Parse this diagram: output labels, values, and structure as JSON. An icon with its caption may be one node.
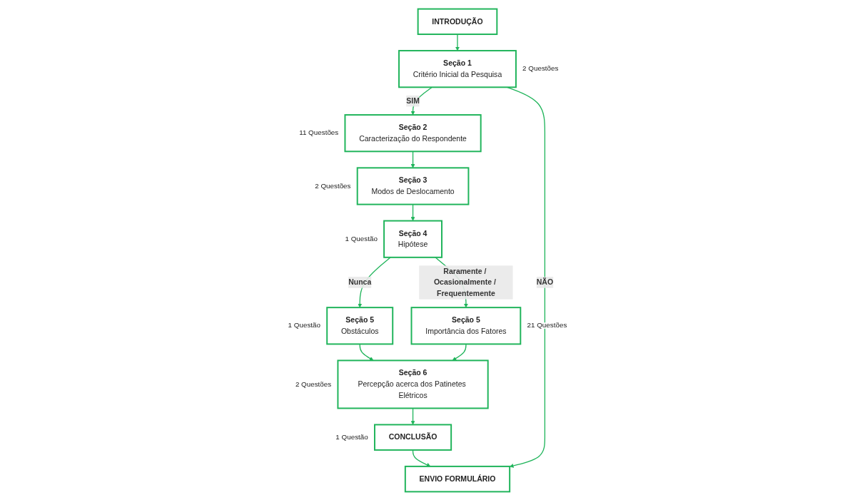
{
  "diagram": {
    "nodes": [
      {
        "text": [
          "INTRODUÇÃO"
        ]
      },
      {
        "text": [
          "Seção 1",
          "Critério Inicial da Pesquisa"
        ],
        "beside": [
          "2 Questões"
        ]
      },
      {
        "text": [
          "Seção 2",
          "Caracterização do Respondente"
        ],
        "beside": [
          "11 Questões"
        ]
      },
      {
        "text": [
          "Seção 3",
          "Modos de Deslocamento"
        ],
        "beside": [
          "2 Questões"
        ]
      },
      {
        "text": [
          "Seção 4",
          "Hipótese"
        ],
        "beside": [
          "1 Questão"
        ]
      },
      {
        "text": [
          "Seção 5",
          "Obstáculos"
        ],
        "beside": [
          "1 Questão"
        ]
      },
      {
        "text": [
          "Seção 5",
          "Importância dos Fatores"
        ],
        "beside": [
          "21 Questões"
        ]
      },
      {
        "text": [
          "Seção 6",
          "Percepção acerca dos Patinetes Elétricos"
        ],
        "beside": [
          "2 Questões"
        ]
      },
      {
        "text": [
          "CONCLUSÃO"
        ],
        "beside": [
          "1 Questão"
        ]
      },
      {
        "text": [
          "ENVIO FORMULÁRIO"
        ]
      }
    ],
    "edges": [
      {
        "from": 0,
        "to": 1,
        "arrow": "to"
      },
      {
        "from": 1,
        "to": 2,
        "arrow": "to",
        "label": "SIM"
      },
      {
        "from": 2,
        "to": 3,
        "arrow": "to"
      },
      {
        "from": 3,
        "to": 4,
        "arrow": "to"
      },
      {
        "from": 4,
        "to": 5,
        "arrow": "to",
        "label": "Nunca"
      },
      {
        "from": 4,
        "to": 6,
        "arrow": "to",
        "label": "Raramente / Ocasionalmente / Frequentemente"
      },
      {
        "from": 5,
        "to": 7,
        "arrow": "to"
      },
      {
        "from": 6,
        "to": 7,
        "arrow": "to"
      },
      {
        "from": 7,
        "to": 8,
        "arrow": "to"
      },
      {
        "from": 8,
        "to": 9,
        "arrow": "to"
      },
      {
        "from": 1,
        "to": 9,
        "arrow": "to",
        "label": "NÃO"
      }
    ]
  }
}
